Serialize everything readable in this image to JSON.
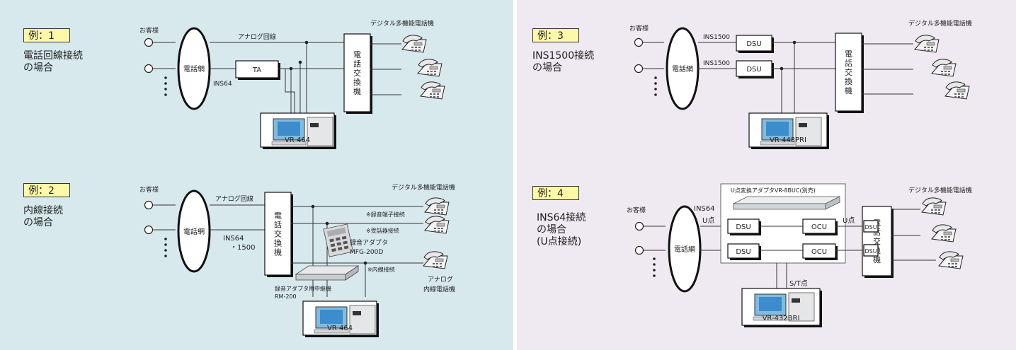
{
  "labels": {
    "customer": "お客様",
    "network": "電話網",
    "digital_phones": "デジタル多機能電話機",
    "pbx_chars": [
      "電",
      "話",
      "交",
      "換",
      "機"
    ],
    "analog_line": "アナログ回線",
    "ins64": "INS64",
    "ins1500": "INS1500",
    "ins64_1500_a": "INS64",
    "ins64_1500_b": "・1500",
    "ta": "TA",
    "dsu": "DSU",
    "ocu": "OCU",
    "u_point": "U点",
    "st_point": "S/T点",
    "rec_terminal": "※録音端子接続",
    "receiver_conn": "※受話器接続",
    "ext_conn": "※内線接続",
    "rec_adapter_a": "録音アダプタ",
    "rec_adapter_b": "MFG-200D",
    "relay_a": "録音アダプタ用中継機",
    "relay_b": "RM-200",
    "analog_phone_a": "アナログ",
    "analog_phone_b": "内線電話機",
    "u_adapter": "U点変換アダプタVR-8BUC(別売)"
  },
  "examples": [
    {
      "badge": "例：1",
      "title": "電話回線接続\nの場合",
      "device": "VR-464"
    },
    {
      "badge": "例：2",
      "title": "内線接続\nの場合",
      "device": "VR-464"
    },
    {
      "badge": "例：3",
      "title": "INS1500接続\nの場合",
      "device": "VR-448PRI"
    },
    {
      "badge": "例：4",
      "title": "INS64接続\nの場合\n(U点接続)",
      "device": "VR-432BRI"
    }
  ],
  "colors": {
    "left_bg": "#d8e9ee",
    "right_bg": "#efeaf1",
    "badge_bg": "#fff8a8",
    "line": "#333333"
  }
}
